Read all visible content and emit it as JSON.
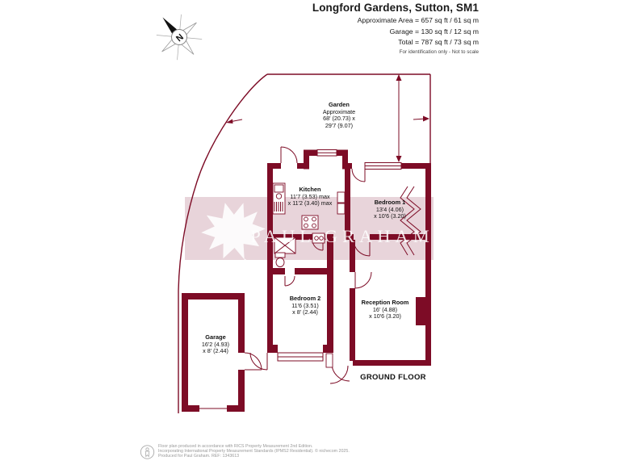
{
  "header": {
    "title": "Longford Gardens, Sutton, SM1",
    "area_lines": [
      "Approximate Area = 657 sq ft / 61 sq m",
      "Garage = 130 sq ft / 12 sq m",
      "Total = 787 sq ft / 73 sq m"
    ],
    "disclaimer": "For identification only - Not to scale"
  },
  "compass": {
    "label": "N"
  },
  "plan": {
    "floor_label": "GROUND FLOOR",
    "watermark": "PAUL GRAHAM",
    "rooms": [
      {
        "name": "Garden",
        "lines": [
          "Approximate",
          "68' (20.73) x",
          "29'7 (9.07)"
        ]
      },
      {
        "name": "Kitchen",
        "lines": [
          "11'7 (3.53) max",
          "x 11'2 (3.40) max"
        ]
      },
      {
        "name": "Bedroom 1",
        "lines": [
          "13'4 (4.06)",
          "x 10'6 (3.20)"
        ]
      },
      {
        "name": "Bedroom 2",
        "lines": [
          "11'6 (3.51)",
          "x 8' (2.44)"
        ]
      },
      {
        "name": "Reception Room",
        "lines": [
          "16' (4.88)",
          "x 10'6 (3.20)"
        ]
      },
      {
        "name": "Garage",
        "lines": [
          "16'2 (4.93)",
          "x 8' (2.44)"
        ]
      }
    ]
  },
  "footer": {
    "lines": [
      "Floor plan produced in accordance with RICS Property Measurement 2nd Edition.",
      "Incorporating International Property Measurement Standards (IPMS2 Residential).  © nichecom 2025.",
      "Produced for Paul Graham.   REF: 1343613"
    ]
  },
  "colors": {
    "wall": "#7d0c26",
    "watermark_band": "#e8d4da"
  }
}
